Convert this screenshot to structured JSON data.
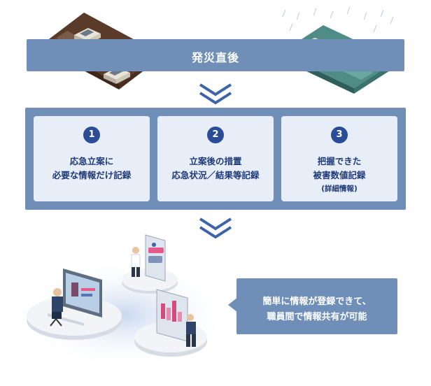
{
  "banner": {
    "title": "発災直後"
  },
  "steps": [
    {
      "number": "1",
      "line1": "応急立案に",
      "line2": "必要な情報だけ記録",
      "sub": ""
    },
    {
      "number": "2",
      "line1": "立案後の措置",
      "line2": "応急状況／結果等記録",
      "sub": ""
    },
    {
      "number": "3",
      "line1": "把握できた",
      "line2": "被害数値記録",
      "sub": "(詳細情報)"
    }
  ],
  "callout": {
    "line1": "簡単に情報が登録できて、",
    "line2": "職員間で情報共有が可能"
  },
  "colors": {
    "panel": "#6f8fb9",
    "card": "#e8eef8",
    "badge": "#2b4d97",
    "card_text": "#1f3a78",
    "chevron": "#3d63a8"
  }
}
